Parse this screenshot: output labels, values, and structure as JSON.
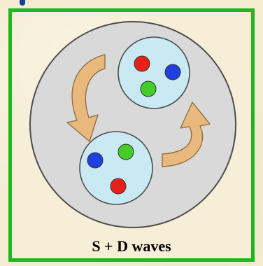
{
  "caption": "S + D waves",
  "colors": {
    "frame": "#1db81d",
    "background": "#f5ecd2",
    "nucleus": "#d9d9d9",
    "cluster": "#c9eaf2",
    "arrow": "#e8b87c",
    "quark_red": "#e8201a",
    "quark_blue": "#1f3fe0",
    "quark_green": "#44cc28"
  },
  "clusters": [
    {
      "name": "upper-cluster",
      "quarks": [
        "red",
        "blue",
        "green"
      ]
    },
    {
      "name": "lower-cluster",
      "quarks": [
        "blue",
        "green",
        "red"
      ]
    }
  ],
  "arrows": [
    {
      "name": "left-curved-arrow",
      "icon": "curved-arrow-down"
    },
    {
      "name": "right-curved-arrow",
      "icon": "curved-arrow-up"
    }
  ]
}
